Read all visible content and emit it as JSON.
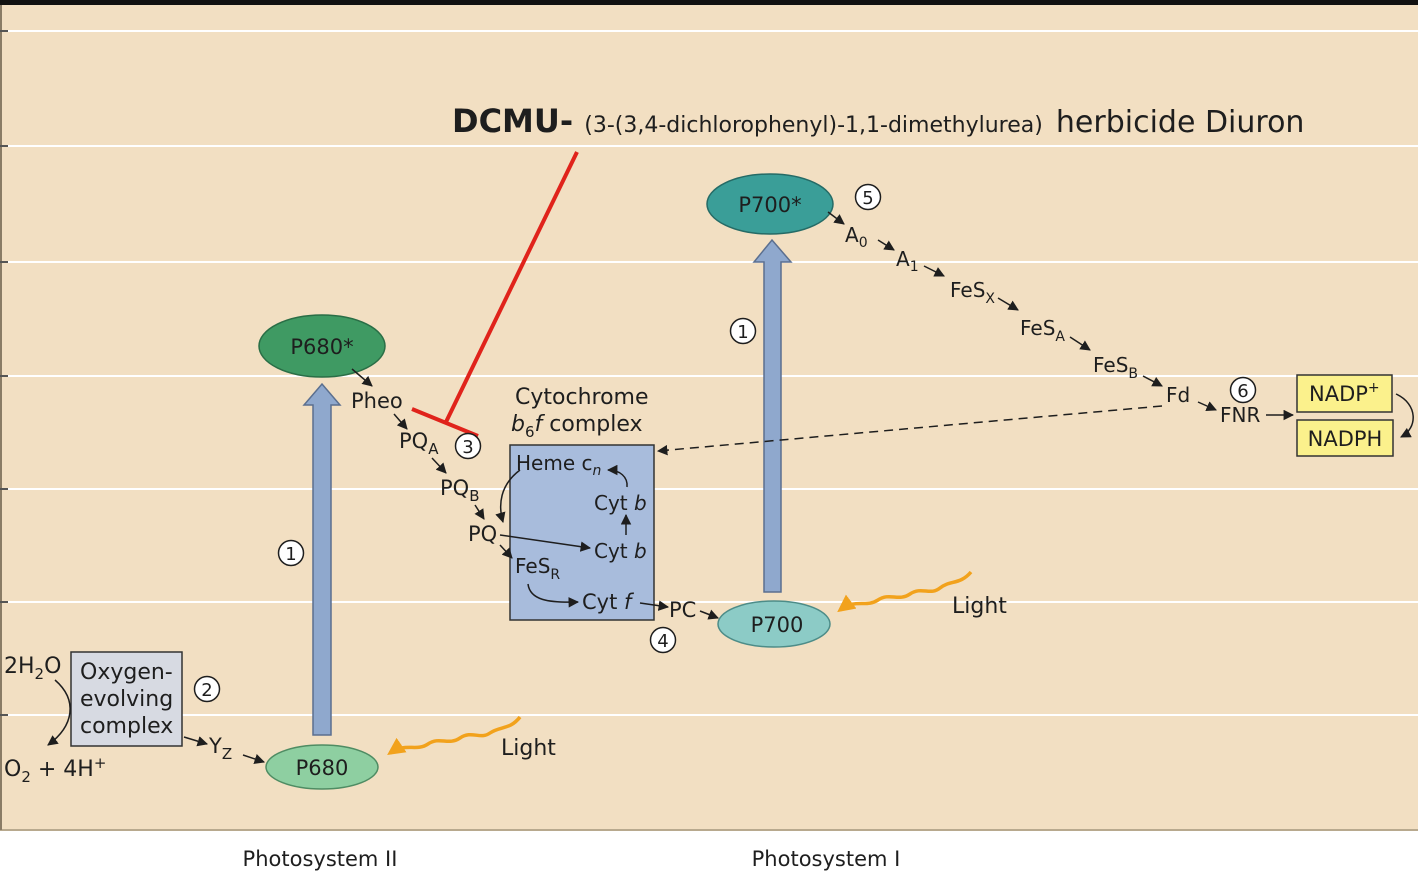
{
  "title": {
    "bold": "DCMU-",
    "formula": "(3-(3,4-dichlorophenyl)-1,1-dimethylurea)",
    "tail": "herbicide Diuron"
  },
  "colors": {
    "background": "#f2dfc2",
    "gridline": "#ffffff",
    "dark_green": "#3f9a63",
    "light_green": "#8ecfa1",
    "dark_teal": "#3a9e98",
    "light_teal": "#8ccbc6",
    "arrow_blue": "#8fa8cd",
    "box_blue": "#a8bcdc",
    "ocx_gray": "#d7dae2",
    "nadp_yellow": "#fbf18c",
    "inhibitor_red": "#e0231b",
    "light_orange": "#f2a21c"
  },
  "nodes": {
    "p680_star": "P680*",
    "p680": "P680",
    "p700_star": "P700*",
    "p700": "P700",
    "pheo": "Pheo",
    "pqa": "PQ",
    "pqa_sub": "A",
    "pqb": "PQ",
    "pqb_sub": "B",
    "pq": "PQ",
    "yz": "Y",
    "yz_sub": "Z",
    "pc": "PC",
    "a0": "A",
    "a0_sub": "0",
    "a1": "A",
    "a1_sub": "1",
    "fesx": "FeS",
    "fesx_sub": "X",
    "fesa": "FeS",
    "fesa_sub": "A",
    "fesb": "FeS",
    "fesb_sub": "B",
    "fd": "Fd",
    "fnr": "FNR",
    "nadp": "NADP",
    "nadp_sup": "+",
    "nadph": "NADPH"
  },
  "cytochrome": {
    "title_line1": "Cytochrome",
    "title_b": "b",
    "title_sub": "6",
    "title_f": "f",
    "title_rest": " complex",
    "heme": "Heme c",
    "heme_sub": "n",
    "cyt_b_1": "Cyt ",
    "cyt_b_1_it": "b",
    "cyt_b_2": "Cyt ",
    "cyt_b_2_it": "b",
    "fesr": "FeS",
    "fesr_sub": "R",
    "cyt_f": "Cyt ",
    "cyt_f_it": "f"
  },
  "oec": {
    "line1": "Oxygen-",
    "line2": "evolving",
    "line3": "complex",
    "water": "2H",
    "water_sub": "2",
    "water_end": "O",
    "o2": "O",
    "o2_sub": "2",
    "o2_end": " + 4H",
    "o2_sup": "+"
  },
  "steps": {
    "s1a": "1",
    "s1b": "1",
    "s2": "2",
    "s3": "3",
    "s4": "4",
    "s5": "5",
    "s6": "6"
  },
  "light": {
    "ps2": "Light",
    "ps1": "Light"
  },
  "footer": {
    "ps2": "Photosystem II",
    "ps1": "Photosystem I"
  }
}
